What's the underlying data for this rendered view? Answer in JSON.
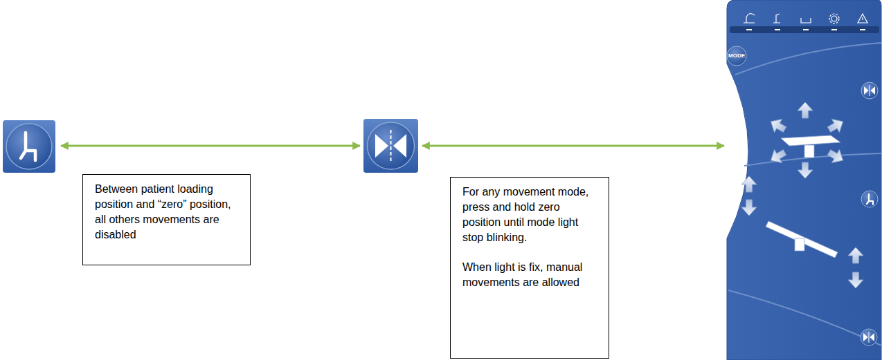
{
  "diagram": {
    "nodes": [
      {
        "text": [
          "Between patient loading position and “zero” position, all others movements are disabled"
        ]
      },
      {
        "text": [
          "For any movement mode, press and hold zero position until mode light stop blinking.",
          "When light is fix, manual movements are allowed"
        ]
      }
    ],
    "labels": [
      "MODE"
    ]
  }
}
